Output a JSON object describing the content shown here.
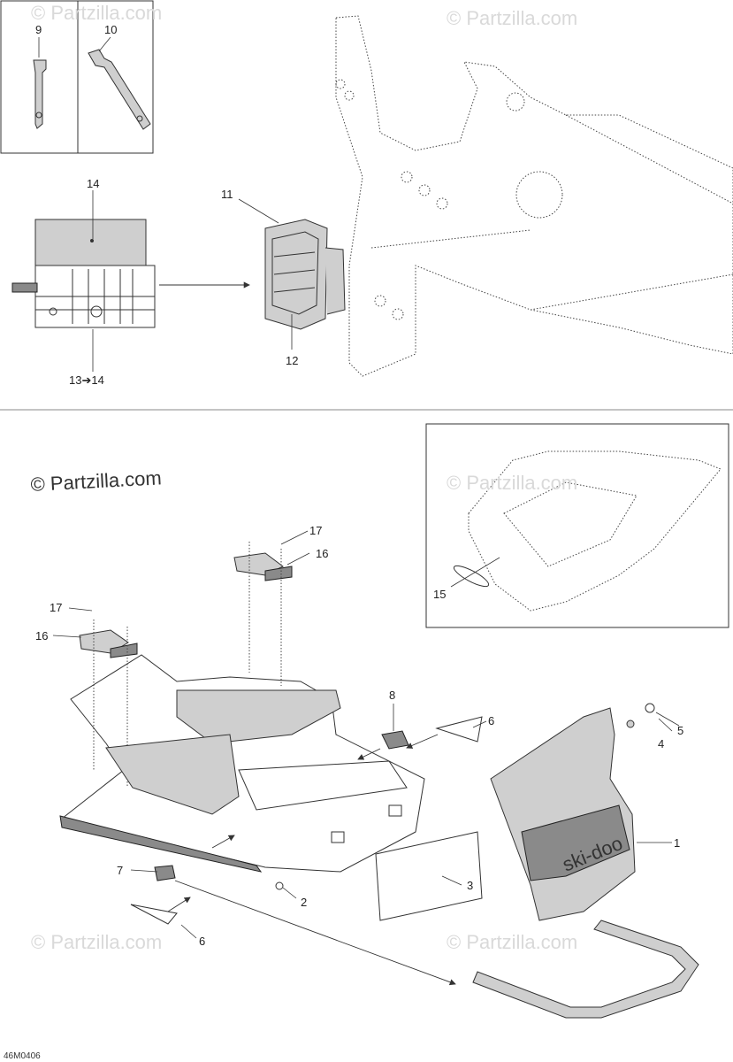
{
  "watermark": "© Partzilla.com",
  "diagram_code": "46M0406",
  "callouts": {
    "c1": "1",
    "c2": "2",
    "c3": "3",
    "c4": "4",
    "c5": "5",
    "c6a": "6",
    "c6b": "6",
    "c7": "7",
    "c8": "8",
    "c9": "9",
    "c10": "10",
    "c11": "11",
    "c12": "12",
    "c13_14": "13➔14",
    "c14": "14",
    "c15": "15",
    "c16a": "16",
    "c16b": "16",
    "c17a": "17",
    "c17b": "17"
  },
  "decal_text": "ski-doo"
}
